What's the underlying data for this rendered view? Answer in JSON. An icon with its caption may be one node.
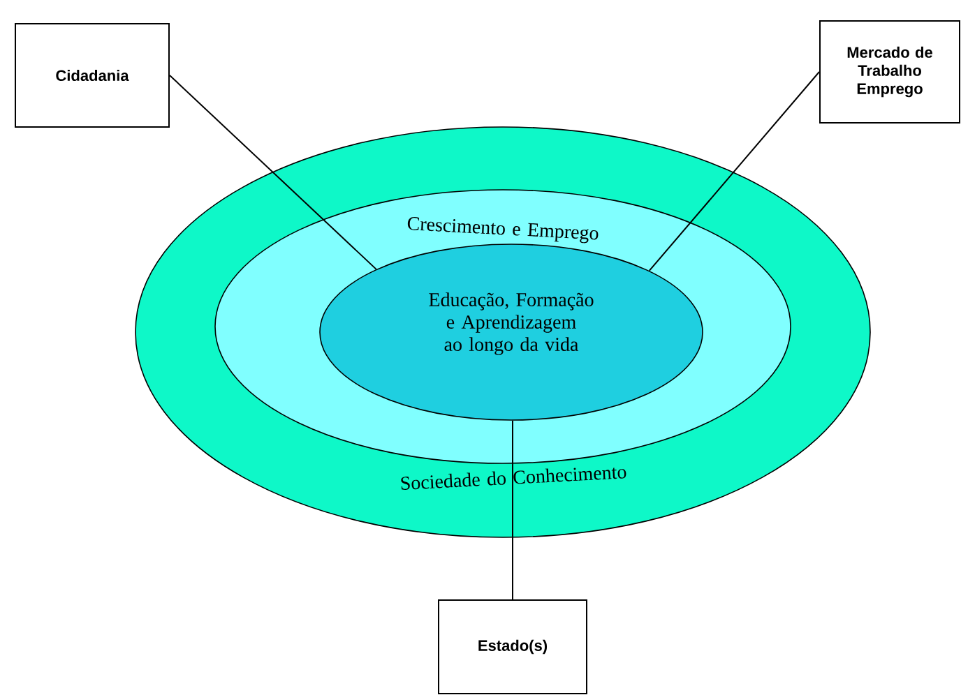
{
  "diagram": {
    "nodes": [
      {
        "text": [
          "Sociedade do Conhecimento"
        ]
      },
      {
        "text": [
          "Crescimento e Emprego"
        ],
        "in": 0
      },
      {
        "text": [
          "Educação, Formação e Aprendizagem ao longo da vida"
        ],
        "in": 1
      },
      {
        "text": [
          "Cidadania"
        ]
      },
      {
        "text": [
          "Mercado de Trabalho Emprego"
        ]
      },
      {
        "text": [
          "Estado(s)"
        ]
      }
    ],
    "edges": [
      {
        "from": 3,
        "to": 2,
        "arrow": "none"
      },
      {
        "from": 4,
        "to": 2,
        "arrow": "none"
      },
      {
        "from": 5,
        "to": 2,
        "arrow": "none"
      }
    ]
  }
}
